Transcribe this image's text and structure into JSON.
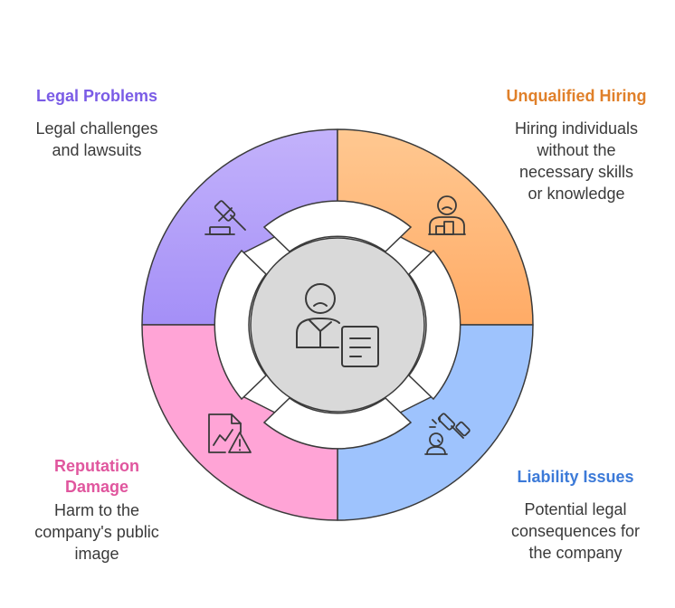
{
  "colors": {
    "legal": "#7a5ce6",
    "unqualified": "#e0802a",
    "reputation": "#e0569e",
    "liability": "#3c7ad8",
    "legal_fill_top": "#c3b2fb",
    "legal_fill_bottom": "#a48ff7",
    "unq_fill_top": "#ffc891",
    "unq_fill_bottom": "#ffab66",
    "rep_fill": "#ffa4d6",
    "liab_fill": "#9ec3fd",
    "center_fill": "#d9d9d9",
    "stroke": "#3a3a3a"
  },
  "center": {
    "icon": "sad-person-document-icon"
  },
  "segments": [
    {
      "key": "legal",
      "title": "Legal Problems",
      "description_lines": [
        "Legal challenges",
        "and lawsuits"
      ],
      "icon": "gavel-icon"
    },
    {
      "key": "unqualified",
      "title": "Unqualified Hiring",
      "description_lines": [
        "Hiring individuals",
        "without the",
        "necessary skills",
        "or knowledge"
      ],
      "icon": "unqualified-person-icon"
    },
    {
      "key": "reputation",
      "title_lines": [
        "Reputation",
        "Damage"
      ],
      "description_lines": [
        "Harm to the",
        "company's public",
        "image"
      ],
      "icon": "document-warning-icon"
    },
    {
      "key": "liability",
      "title": "Liability Issues",
      "description_lines": [
        "Potential legal",
        "consequences for",
        "the company"
      ],
      "icon": "person-gavel-icon"
    }
  ]
}
